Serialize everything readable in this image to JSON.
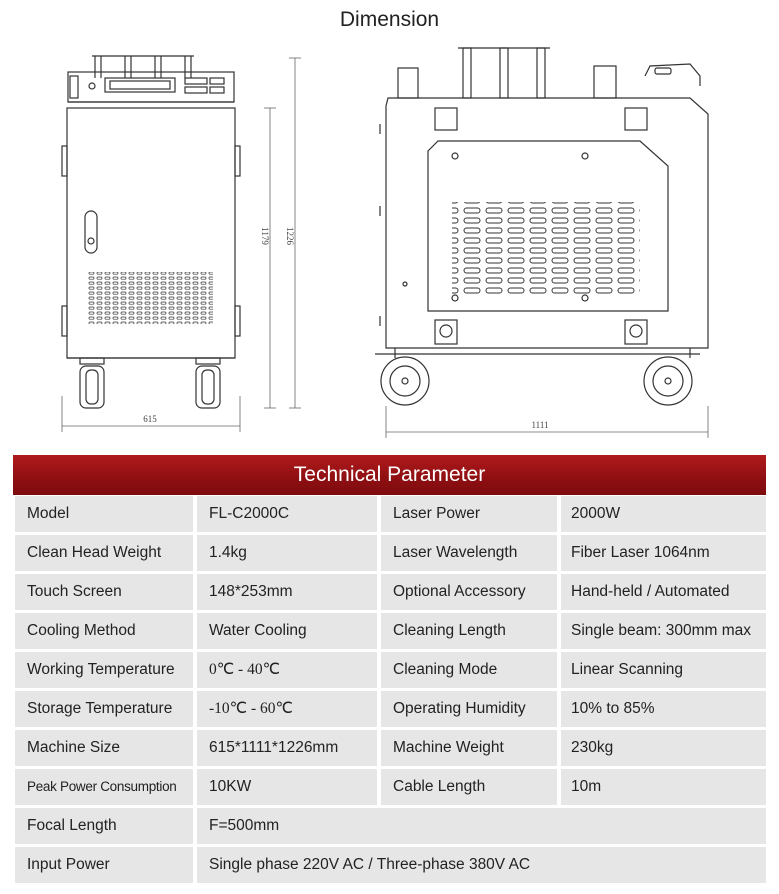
{
  "dimension": {
    "title": "Dimension",
    "front_width": "615",
    "front_height_1": "1179",
    "front_height_2": "1226",
    "side_length": "1111"
  },
  "table": {
    "title": "Technical Parameter",
    "rows": [
      {
        "k1": "Model",
        "v1": "FL-C2000C",
        "k2": "Laser Power",
        "v2": "2000W"
      },
      {
        "k1": "Clean Head Weight",
        "v1": "1.4kg",
        "k2": "Laser Wavelength",
        "v2": "Fiber Laser 1064nm"
      },
      {
        "k1": "Touch Screen",
        "v1": "148*253mm",
        "k2": "Optional Accessory",
        "v2": "Hand-held / Automated"
      },
      {
        "k1": "Cooling Method",
        "v1": "Water Cooling",
        "k2": "Cleaning Length",
        "v2": "Single beam: 300mm max"
      },
      {
        "k1": "Working Temperature",
        "v1": "0℃ - 40℃",
        "k2": "Cleaning Mode",
        "v2": "Linear Scanning"
      },
      {
        "k1": "Storage Temperature",
        "v1": "-10℃ - 60℃",
        "k2": "Operating Humidity",
        "v2": "10% to 85%"
      },
      {
        "k1": "Machine Size",
        "v1": "615*1111*1226mm",
        "k2": "Machine Weight",
        "v2": "230kg"
      },
      {
        "k1": "Peak Power Consumption",
        "v1": "10KW",
        "k2": "Cable Length",
        "v2": "10m"
      },
      {
        "k1": "Focal Length",
        "v1": "F=500mm"
      },
      {
        "k1": "Input Power",
        "v1": "Single phase 220V AC / Three-phase 380V AC"
      }
    ]
  }
}
